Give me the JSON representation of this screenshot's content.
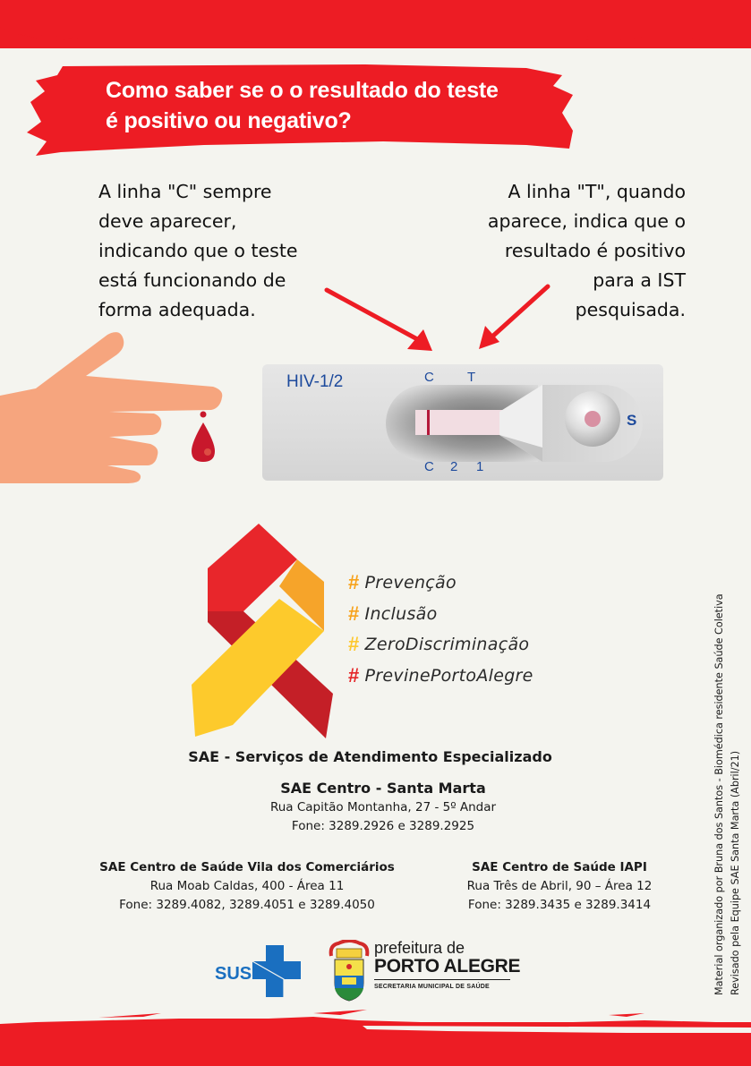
{
  "title": {
    "line1": "Como saber se o o resultado do teste",
    "line2": "é positivo ou negativo?"
  },
  "explanations": {
    "c_line": {
      "lines": [
        "A linha \"C\" sempre",
        "deve aparecer,",
        "indicando que o teste",
        "está funcionando de",
        "forma adequada."
      ]
    },
    "t_line": {
      "lines": [
        "A linha \"T\", quando",
        "aparece, indica que o",
        "resultado é positivo",
        "para a IST",
        "pesquisada."
      ]
    }
  },
  "test_cassette": {
    "label": "HIV-1/2",
    "top_marks": [
      "C",
      "T"
    ],
    "bottom_marks": [
      "C",
      "2",
      "1"
    ],
    "sample_mark": "S",
    "control_line_color": "#b5173a",
    "strip_color": "#f2dde2",
    "text_color": "#1d4a9c"
  },
  "illustrations": {
    "hand": "hand-pointing-icon",
    "blood_drop": "blood-drop-icon",
    "arrows": [
      "arrow-to-c-line-icon",
      "arrow-to-t-line-icon"
    ],
    "ribbon": "awareness-ribbon-icon"
  },
  "hashtags": [
    {
      "hash": "#",
      "text": "Prevenção",
      "color": "#f7a21b"
    },
    {
      "hash": "#",
      "text": "Inclusão",
      "color": "#f7a21b"
    },
    {
      "hash": "#",
      "text": "ZeroDiscriminação",
      "color": "#fdc82f"
    },
    {
      "hash": "#",
      "text": "PrevinePortoAlegre",
      "color": "#e52629"
    }
  ],
  "services": {
    "heading": "SAE - Serviços de Atendimento Especializado",
    "centro": {
      "name": "SAE Centro - Santa Marta",
      "address": "Rua Capitão Montanha, 27 - 5º Andar",
      "phone": "Fone: 3289.2926 e 3289.2925"
    },
    "vila": {
      "name": "SAE Centro de Saúde Vila dos Comerciários",
      "address": "Rua Moab Caldas, 400 - Área 11",
      "phone": "Fone: 3289.4082, 3289.4051 e 3289.4050"
    },
    "iapi": {
      "name": "SAE Centro de Saúde IAPI",
      "address": "Rua Três de Abril, 90 – Área 12",
      "phone": "Fone: 3289.3435 e 3289.3414"
    }
  },
  "logos": {
    "sus": "SUS",
    "prefeitura_small": "prefeitura de",
    "prefeitura_big": "PORTO ALEGRE",
    "prefeitura_sub": "SECRETARIA MUNICIPAL DE SAÚDE"
  },
  "credits": {
    "line1": "Material organizado por Bruna dos Santos - Biomédica residente Saúde Coletiva",
    "line2": "Revisado pela Equipe SAE Santa Marta (Abril/21)"
  },
  "colors": {
    "brand_red": "#ed1c24",
    "background": "#f4f4ef",
    "skin": "#f6a57e",
    "blood": "#c8182c",
    "sus_blue": "#1a6fc0"
  }
}
